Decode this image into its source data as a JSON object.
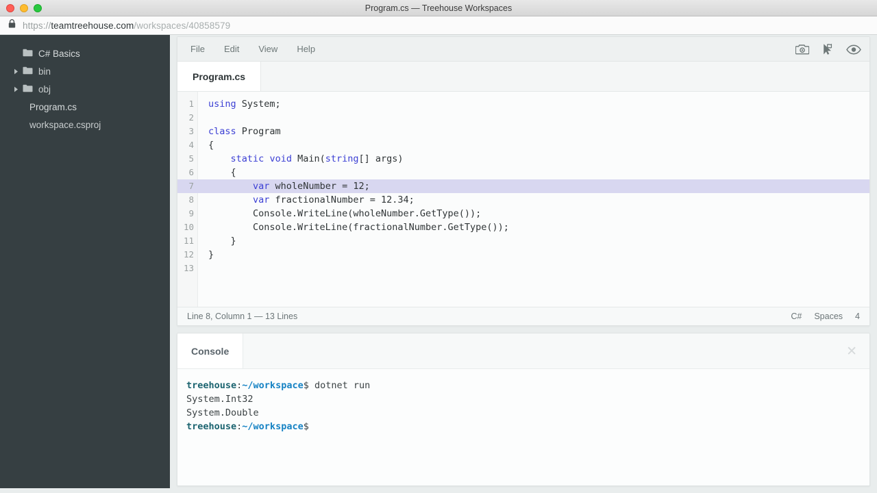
{
  "window": {
    "title": "Program.cs — Treehouse Workspaces",
    "traffic_lights": [
      "close",
      "minimize",
      "zoom"
    ]
  },
  "urlbar": {
    "lock_icon": "lock-icon",
    "scheme": "https://",
    "host": "teamtreehouse.com",
    "path": "/workspaces/40858579"
  },
  "sidebar": {
    "items": [
      {
        "label": "C# Basics",
        "type": "folder",
        "caret": false,
        "indent": "root",
        "strong": true
      },
      {
        "label": "bin",
        "type": "folder",
        "caret": true,
        "indent": "child",
        "strong": false
      },
      {
        "label": "obj",
        "type": "folder",
        "caret": true,
        "indent": "child",
        "strong": false
      },
      {
        "label": "Program.cs",
        "type": "file",
        "caret": false,
        "indent": "leaf",
        "strong": true
      },
      {
        "label": "workspace.csproj",
        "type": "file",
        "caret": false,
        "indent": "leaf",
        "strong": false
      }
    ]
  },
  "editor": {
    "menu": [
      {
        "label": "File"
      },
      {
        "label": "Edit"
      },
      {
        "label": "View"
      },
      {
        "label": "Help"
      }
    ],
    "tool_icons": [
      "camera-icon",
      "cursor-flag-icon",
      "eye-icon"
    ],
    "tabs": [
      {
        "label": "Program.cs",
        "active": true
      }
    ],
    "highlighted_line": 7,
    "lines": [
      {
        "n": 1,
        "tokens": [
          {
            "t": "using",
            "c": "kw"
          },
          {
            "t": " System;",
            "c": "pun"
          }
        ]
      },
      {
        "n": 2,
        "tokens": []
      },
      {
        "n": 3,
        "tokens": [
          {
            "t": "class",
            "c": "kw"
          },
          {
            "t": " Program",
            "c": "pun"
          }
        ]
      },
      {
        "n": 4,
        "tokens": [
          {
            "t": "{",
            "c": "pun"
          }
        ]
      },
      {
        "n": 5,
        "tokens": [
          {
            "t": "    ",
            "c": "pun"
          },
          {
            "t": "static",
            "c": "kw"
          },
          {
            "t": " ",
            "c": "pun"
          },
          {
            "t": "void",
            "c": "kw"
          },
          {
            "t": " Main(",
            "c": "pun"
          },
          {
            "t": "string",
            "c": "kw"
          },
          {
            "t": "[] args)",
            "c": "pun"
          }
        ]
      },
      {
        "n": 6,
        "tokens": [
          {
            "t": "    {",
            "c": "pun"
          }
        ]
      },
      {
        "n": 7,
        "tokens": [
          {
            "t": "        ",
            "c": "pun"
          },
          {
            "t": "var",
            "c": "kw"
          },
          {
            "t": " wholeNumber = 12;",
            "c": "pun"
          }
        ]
      },
      {
        "n": 8,
        "tokens": [
          {
            "t": "        ",
            "c": "pun"
          },
          {
            "t": "var",
            "c": "kw"
          },
          {
            "t": " fractionalNumber = 12.34;",
            "c": "pun"
          }
        ]
      },
      {
        "n": 9,
        "tokens": [
          {
            "t": "        Console.WriteLine(wholeNumber.GetType());",
            "c": "pun"
          }
        ]
      },
      {
        "n": 10,
        "tokens": [
          {
            "t": "        Console.WriteLine(fractionalNumber.GetType());",
            "c": "pun"
          }
        ]
      },
      {
        "n": 11,
        "tokens": [
          {
            "t": "    }",
            "c": "pun"
          }
        ]
      },
      {
        "n": 12,
        "tokens": [
          {
            "t": "}",
            "c": "pun"
          }
        ]
      },
      {
        "n": 13,
        "tokens": []
      }
    ],
    "status": {
      "position": "Line 8, Column 1 — 13 Lines",
      "language": "C#",
      "indent_mode": "Spaces",
      "indent_size": "4"
    }
  },
  "console": {
    "tab_label": "Console",
    "close_icon": "close-icon",
    "close_glyph": "✕",
    "lines": [
      {
        "user": "treehouse",
        "colon": ":",
        "path": "~/workspace",
        "dollar": "$",
        "cmd": " dotnet run"
      },
      {
        "plain": "System.Int32"
      },
      {
        "plain": "System.Double"
      },
      {
        "user": "treehouse",
        "colon": ":",
        "path": "~/workspace",
        "dollar": "$",
        "cmd": ""
      }
    ]
  },
  "colors": {
    "sidebar_bg": "#363f42",
    "keyword": "#3b3fd4",
    "highlight_line": "#d8d7f0",
    "prompt_user": "#1c6470",
    "prompt_path": "#1783c4",
    "page_bg": "#e9eded"
  }
}
